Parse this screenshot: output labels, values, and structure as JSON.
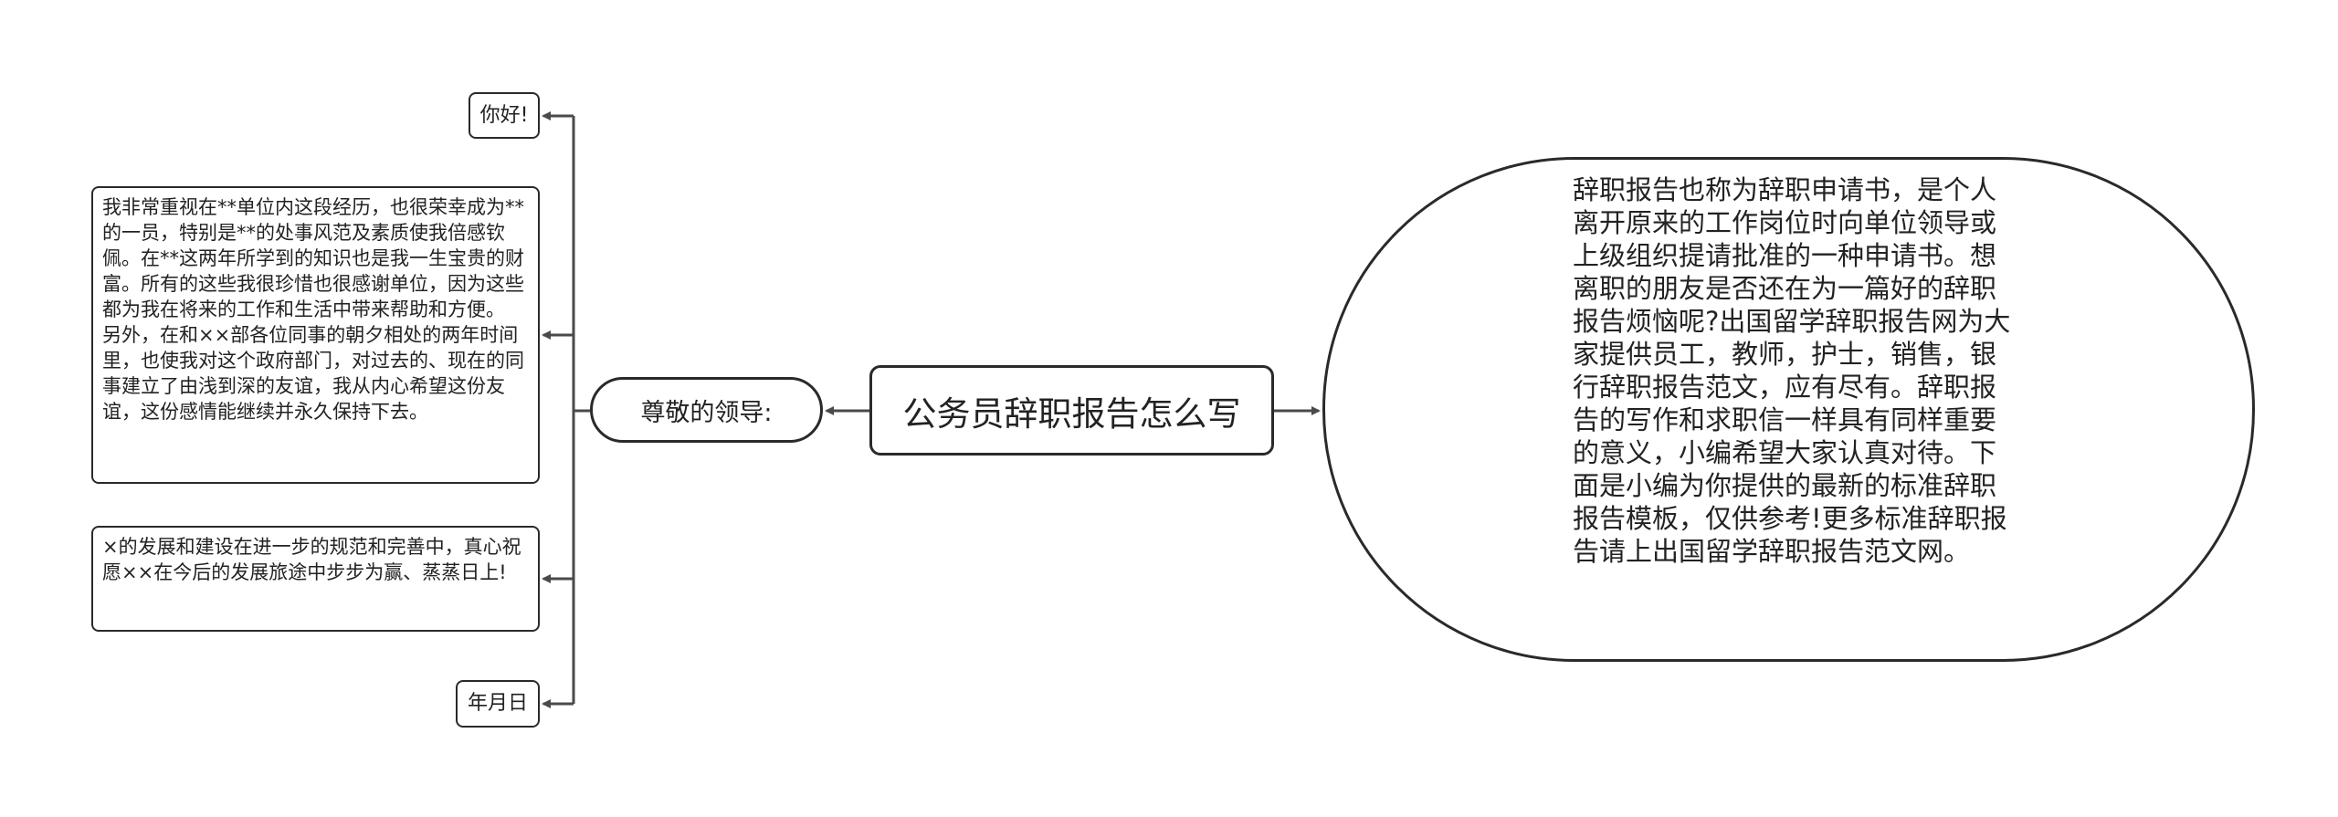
{
  "mindmap": {
    "root": {
      "label": "公务员辞职报告怎么写"
    },
    "salutation": {
      "label": "尊敬的领导:"
    },
    "description": {
      "text": "辞职报告也称为辞职申请书，是个人离开原来的工作岗位时向单位领导或上级组织提请批准的一种申请书。想离职的朋友是否还在为一篇好的辞职报告烦恼呢?出国留学辞职报告网为大家提供员工，教师，护士，销售，银行辞职报告范文，应有尽有。辞职报告的写作和求职信一样具有同样重要的意义，小编希望大家认真对待。下面是小编为你提供的最新的标准辞职报告模板，仅供参考!更多标准辞职报告请上出国留学辞职报告范文网。"
    },
    "children": [
      {
        "label": "你好!"
      },
      {
        "label": "我非常重视在**单位内这段经历，也很荣幸成为**的一员，特别是**的处事风范及素质使我倍感钦佩。在**这两年所学到的知识也是我一生宝贵的财富。所有的这些我很珍惜也很感谢单位，因为这些都为我在将来的工作和生活中带来帮助和方便。 另外，在和××部各位同事的朝夕相处的两年时间里，也使我对这个政府部门，对过去的、现在的同事建立了由浅到深的友谊，我从内心希望这份友谊，这份感情能继续并永久保持下去。"
      },
      {
        "label": "×的发展和建设在进一步的规范和完善中，真心祝愿××在今后的发展旅途中步步为赢、蒸蒸日上!"
      },
      {
        "label": "年月日"
      }
    ]
  },
  "colors": {
    "line": "#4a4a4a",
    "border": "#2a2a2a",
    "text": "#222222",
    "background": "#ffffff"
  }
}
